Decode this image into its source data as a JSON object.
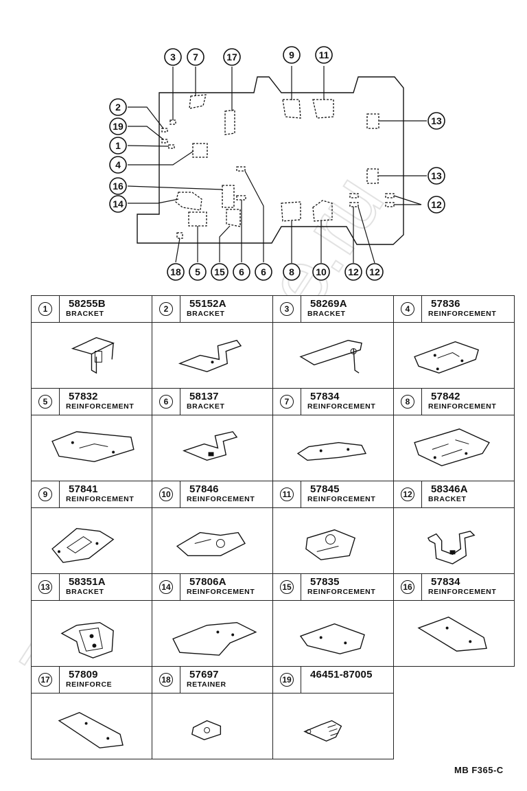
{
  "diagram_callouts": {
    "top": [
      "3",
      "7",
      "17",
      "9",
      "11"
    ],
    "left": [
      "2",
      "19",
      "1",
      "4",
      "16",
      "14"
    ],
    "right": [
      "13",
      "13",
      "12"
    ],
    "bottom": [
      "18",
      "5",
      "15",
      "6",
      "6",
      "8",
      "10",
      "12",
      "12"
    ]
  },
  "parts": [
    {
      "num": "1",
      "part_no": "58255B",
      "name": "BRACKET"
    },
    {
      "num": "2",
      "part_no": "55152A",
      "name": "BRACKET"
    },
    {
      "num": "3",
      "part_no": "58269A",
      "name": "BRACKET"
    },
    {
      "num": "4",
      "part_no": "57836",
      "name": "REINFORCEMENT"
    },
    {
      "num": "5",
      "part_no": "57832",
      "name": "REINFORCEMENT"
    },
    {
      "num": "6",
      "part_no": "58137",
      "name": "BRACKET"
    },
    {
      "num": "7",
      "part_no": "57834",
      "name": "REINFORCEMENT"
    },
    {
      "num": "8",
      "part_no": "57842",
      "name": "REINFORCEMENT"
    },
    {
      "num": "9",
      "part_no": "57841",
      "name": "REINFORCEMENT"
    },
    {
      "num": "10",
      "part_no": "57846",
      "name": "REINFORCEMENT"
    },
    {
      "num": "11",
      "part_no": "57845",
      "name": "REINFORCEMENT"
    },
    {
      "num": "12",
      "part_no": "58346A",
      "name": "BRACKET"
    },
    {
      "num": "13",
      "part_no": "58351A",
      "name": "BRACKET"
    },
    {
      "num": "14",
      "part_no": "57806A",
      "name": "REINFORCEMENT"
    },
    {
      "num": "15",
      "part_no": "57835",
      "name": "REINFORCEMENT"
    },
    {
      "num": "16",
      "part_no": "57834",
      "name": "REINFORCEMENT"
    },
    {
      "num": "17",
      "part_no": "57809",
      "name": "REINFORCE"
    },
    {
      "num": "18",
      "part_no": "57697",
      "name": "RETAINER"
    },
    {
      "num": "19",
      "part_no": "46451-87005",
      "name": ""
    }
  ],
  "footer": "MB  F365-C",
  "watermark": "ToyotaCarline.ru"
}
